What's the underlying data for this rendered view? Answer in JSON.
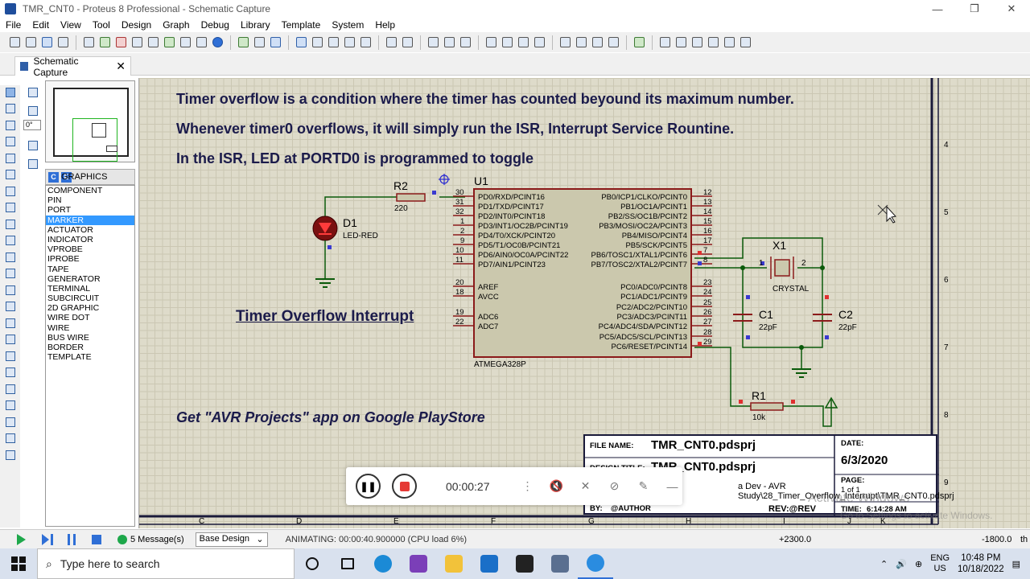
{
  "window": {
    "title": "TMR_CNT0 - Proteus 8 Professional - Schematic Capture"
  },
  "menu": [
    "File",
    "Edit",
    "View",
    "Tool",
    "Design",
    "Graph",
    "Debug",
    "Library",
    "Template",
    "System",
    "Help"
  ],
  "tab": {
    "label": "Schematic Capture"
  },
  "panel": {
    "zoom_value": "0°",
    "mode_c": "C",
    "mode_e": "E",
    "header": "GRAPHICS",
    "items": [
      "COMPONENT",
      "PIN",
      "PORT",
      "MARKER",
      "ACTUATOR",
      "INDICATOR",
      "VPROBE",
      "IPROBE",
      "TAPE",
      "GENERATOR",
      "TERMINAL",
      "SUBCIRCUIT",
      "2D GRAPHIC",
      "WIRE DOT",
      "WIRE",
      "BUS WIRE",
      "BORDER",
      "TEMPLATE"
    ],
    "selected_index": 3
  },
  "schematic": {
    "notes": [
      "Timer overflow is a condition where the timer has counted beyound its maximum number.",
      "Whenever timer0 overflows, it will simply run the ISR, Interrupt Service Rountine.",
      "In the ISR, LED at PORTD0 is programmed to toggle"
    ],
    "heading": "Timer Overflow Interrupt",
    "promo": "Get \"AVR Projects\" app on Google PlayStore",
    "components": {
      "r2_ref": "R2",
      "r2_val": "220",
      "d1_ref": "D1",
      "d1_val": "LED-RED",
      "u1_ref": "U1",
      "u1_part": "ATMEGA328P",
      "x1_ref": "X1",
      "x1_val": "CRYSTAL",
      "x1_pin1": "1",
      "x1_pin2": "2",
      "c1_ref": "C1",
      "c1_val": "22pF",
      "c2_ref": "C2",
      "c2_val": "22pF",
      "r1_ref": "R1",
      "r1_val": "10k"
    },
    "left_pins": [
      {
        "num": "30",
        "name": "PD0/RXD/PCINT16"
      },
      {
        "num": "31",
        "name": "PD1/TXD/PCINT17"
      },
      {
        "num": "32",
        "name": "PD2/INT0/PCINT18"
      },
      {
        "num": "1",
        "name": "PD3/INT1/OC2B/PCINT19"
      },
      {
        "num": "2",
        "name": "PD4/T0/XCK/PCINT20"
      },
      {
        "num": "9",
        "name": "PD5/T1/OC0B/PCINT21"
      },
      {
        "num": "10",
        "name": "PD6/AIN0/OC0A/PCINT22"
      },
      {
        "num": "11",
        "name": "PD7/AIN1/PCINT23"
      },
      {
        "num": "20",
        "name": "AREF"
      },
      {
        "num": "18",
        "name": "AVCC"
      },
      {
        "num": "19",
        "name": "ADC6"
      },
      {
        "num": "22",
        "name": "ADC7"
      }
    ],
    "right_pins": [
      {
        "num": "12",
        "name": "PB0/ICP1/CLKO/PCINT0"
      },
      {
        "num": "13",
        "name": "PB1/OC1A/PCINT1"
      },
      {
        "num": "14",
        "name": "PB2/SS/OC1B/PCINT2"
      },
      {
        "num": "15",
        "name": "PB3/MOSI/OC2A/PCINT3"
      },
      {
        "num": "16",
        "name": "PB4/MISO/PCINT4"
      },
      {
        "num": "17",
        "name": "PB5/SCK/PCINT5"
      },
      {
        "num": "7",
        "name": "PB6/TOSC1/XTAL1/PCINT6"
      },
      {
        "num": "8",
        "name": "PB7/TOSC2/XTAL2/PCINT7"
      },
      {
        "num": "23",
        "name": "PC0/ADC0/PCINT8"
      },
      {
        "num": "24",
        "name": "PC1/ADC1/PCINT9"
      },
      {
        "num": "25",
        "name": "PC2/ADC2/PCINT10"
      },
      {
        "num": "26",
        "name": "PC3/ADC3/PCINT11"
      },
      {
        "num": "27",
        "name": "PC4/ADC4/SDA/PCINT12"
      },
      {
        "num": "28",
        "name": "PC5/ADC5/SCL/PCINT13"
      },
      {
        "num": "29",
        "name": "PC6/RESET/PCINT14"
      }
    ],
    "ruler_right": [
      "4",
      "5",
      "6",
      "7",
      "8",
      "9"
    ],
    "ruler_bottom": [
      "C",
      "D",
      "E",
      "F",
      "G",
      "H",
      "I",
      "J",
      "K"
    ]
  },
  "title_block": {
    "file_name_label": "FILE NAME:",
    "file_name": "TMR_CNT0.pdsprj",
    "design_title_label": "DESIGN TITLE:",
    "design_title": "TMR_CNT0.pdsprj",
    "path_fragment": "a Dev - AVR Study\\28_Timer_Overflow_Interrupt\\TMR_CNT0.pdsprj",
    "by_label": "BY:",
    "by": "@AUTHOR",
    "rev": "REV:@REV",
    "date_label": "DATE:",
    "date": "6/3/2020",
    "page_label": "PAGE:",
    "page": "1    of   1",
    "time_label": "TIME:",
    "time": "6:14:28 AM"
  },
  "recorder": {
    "time": "00:00:27"
  },
  "status": {
    "messages": "5 Message(s)",
    "design": "Base Design",
    "animating": "ANIMATING: 00:00:40.900000 (CPU load 6%)",
    "coord_x": "+2300.0",
    "coord_y": "-1800.0",
    "right_cut": "th"
  },
  "watermark": {
    "line1": "Activate Windows",
    "line2": "Go to Settings to activate Windows."
  },
  "taskbar": {
    "search_placeholder": "Type here to search",
    "lang1": "ENG",
    "lang2": "US",
    "time": "10:48 PM",
    "date": "10/18/2022"
  }
}
